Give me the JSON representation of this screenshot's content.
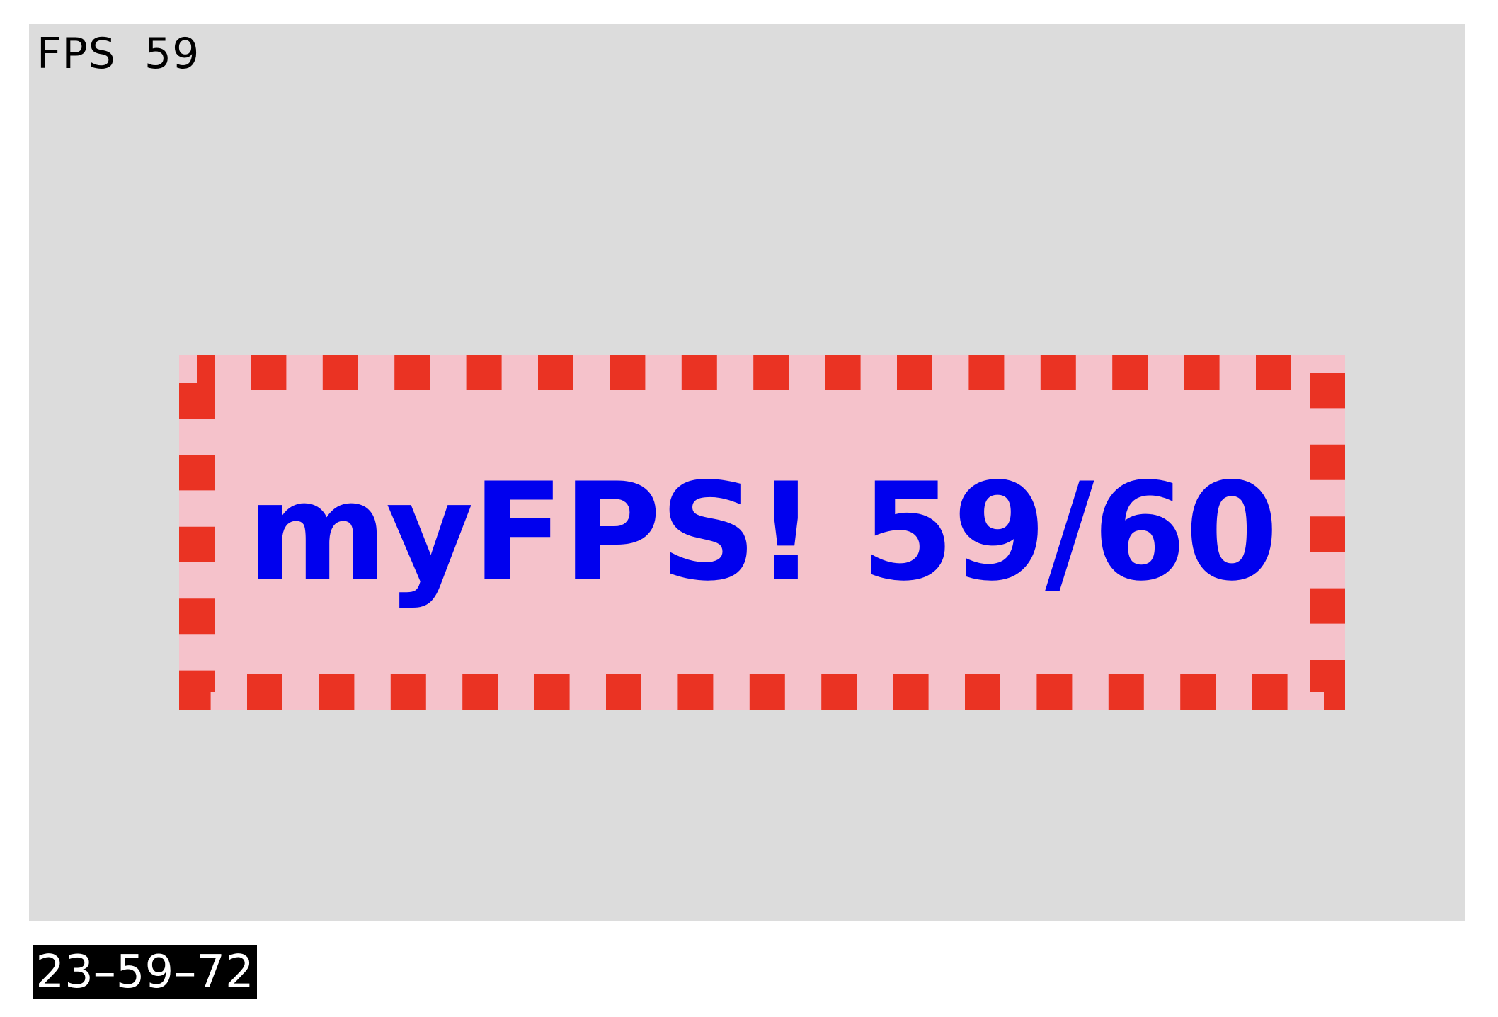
{
  "stage": {
    "background_color": "#dcdcdc",
    "fps_readout": "FPS  59"
  },
  "banner": {
    "text": "myFPS! 59/60",
    "text_color": "#0000ee",
    "background_color": "#f5c2cb",
    "border_color": "#ea3323"
  },
  "footer": {
    "timestamp": "23–59–72"
  }
}
